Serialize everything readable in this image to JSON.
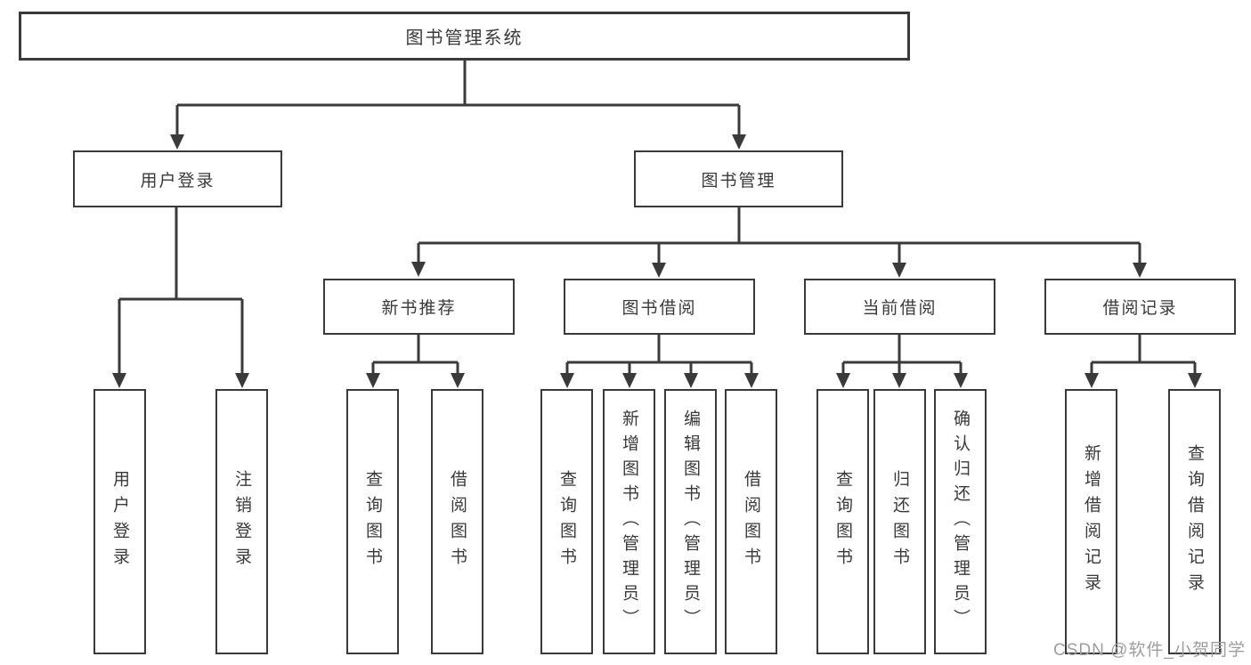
{
  "diagram": {
    "root": "图书管理系统",
    "level2": {
      "user_login": "用户登录",
      "book_management": "图书管理"
    },
    "level3": {
      "new_book_recommend": "新书推荐",
      "book_borrow": "图书借阅",
      "current_borrow": "当前借阅",
      "borrow_records": "借阅记录"
    },
    "leaves": {
      "user_login_children": [
        "用户登录",
        "注销登录"
      ],
      "new_book_recommend_children": [
        "查询图书",
        "借阅图书"
      ],
      "book_borrow_children": [
        "查询图书",
        "新增图书（管理员）",
        "编辑图书（管理员）",
        "借阅图书"
      ],
      "current_borrow_children": [
        "查询图书",
        "归还图书",
        "确认归还（管理员）"
      ],
      "borrow_records_children": [
        "新增借阅记录",
        "查询借阅记录"
      ]
    }
  },
  "watermark": "CSDN @软件_小贺同学",
  "colors": {
    "line": "#3a3a3a",
    "text": "#3a3a3a",
    "box_fill": "#ffffff",
    "watermark": "#9e9e9e",
    "background": "#ffffff"
  }
}
